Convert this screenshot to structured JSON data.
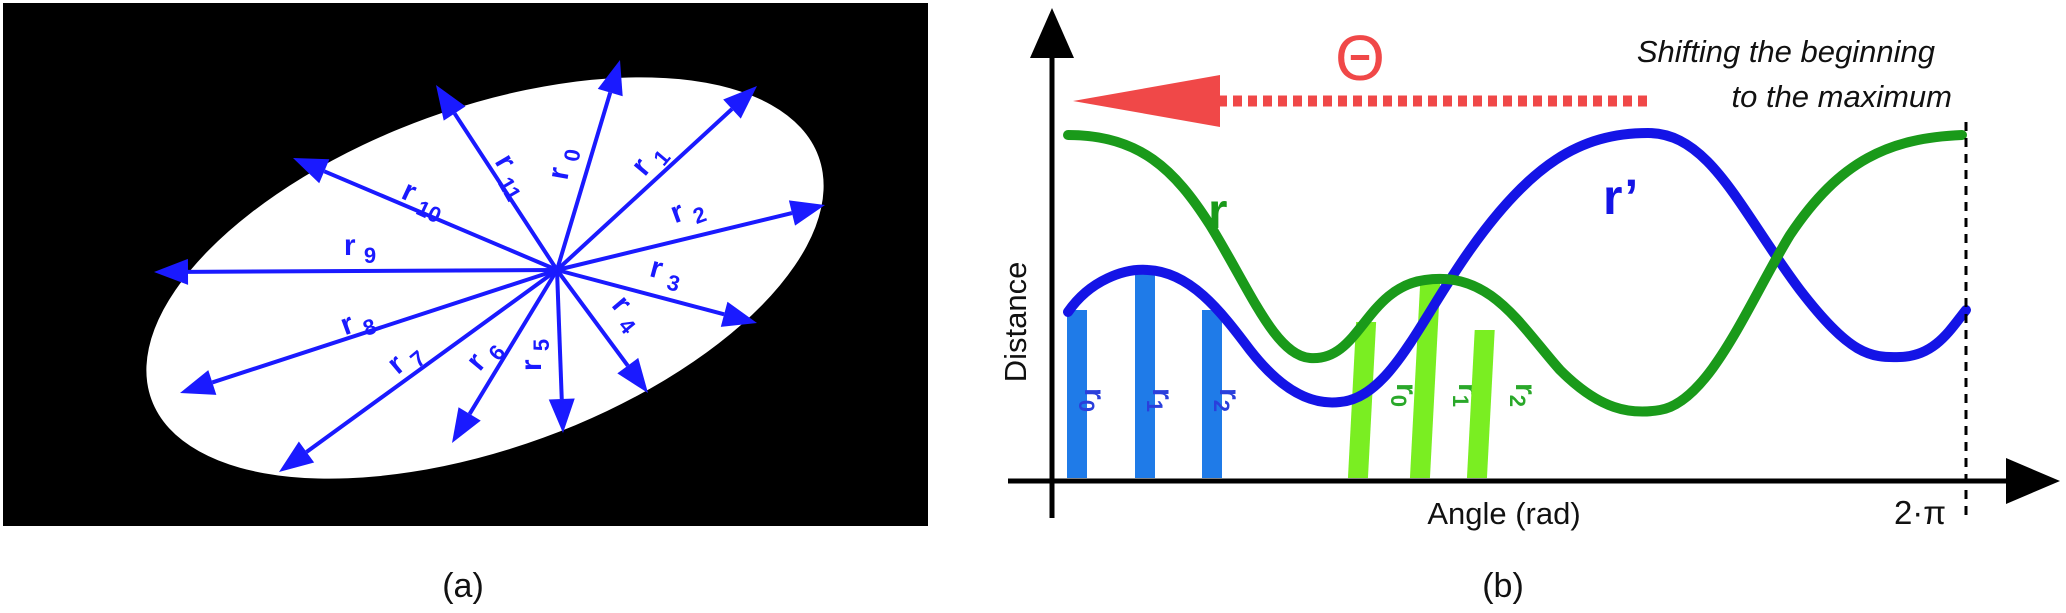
{
  "colors": {
    "ray": "#1a1aff",
    "ellipse": "#ffffff",
    "background": "#000000",
    "curve_r": "#1a9a1a",
    "curve_r_prime": "#1414e6",
    "bar_blue": "#1f7be8",
    "bar_green": "#7aee22",
    "theta": "#f04848"
  },
  "panel_a": {
    "caption": "(a)",
    "rays": [
      {
        "label": "r",
        "sub": "0"
      },
      {
        "label": "r",
        "sub": "1"
      },
      {
        "label": "r",
        "sub": "2"
      },
      {
        "label": "r",
        "sub": "3"
      },
      {
        "label": "r",
        "sub": "4"
      },
      {
        "label": "r",
        "sub": "5"
      },
      {
        "label": "r",
        "sub": "6"
      },
      {
        "label": "r",
        "sub": "7"
      },
      {
        "label": "r",
        "sub": "8"
      },
      {
        "label": "r",
        "sub": "9"
      },
      {
        "label": "r",
        "sub": "10"
      },
      {
        "label": "r",
        "sub": "11"
      }
    ]
  },
  "panel_b": {
    "caption": "(b)",
    "xlabel": "Angle (rad)",
    "ylabel": "Distance",
    "x_end_label": "2·π",
    "theta_symbol": "Θ",
    "note_line1": "Shifting the beginning",
    "note_line2": "to the maximum",
    "curve_r_label": "r",
    "curve_r_prime_label": "r’",
    "blue_bars": [
      {
        "label": "r",
        "sub": "0"
      },
      {
        "label": "r",
        "sub": "1"
      },
      {
        "label": "r",
        "sub": "2"
      }
    ],
    "green_bars": [
      {
        "label": "r",
        "sub": "0"
      },
      {
        "label": "r",
        "sub": "1"
      },
      {
        "label": "r",
        "sub": "2"
      }
    ]
  }
}
